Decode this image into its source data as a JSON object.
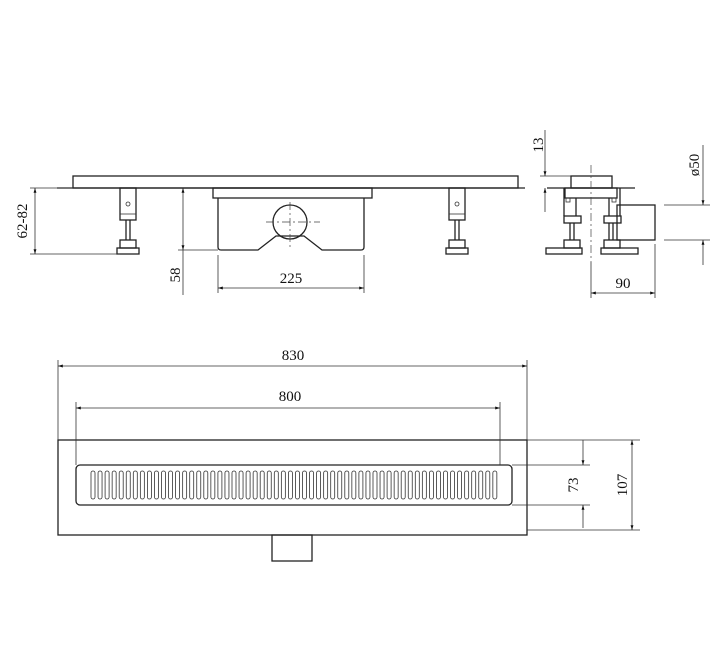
{
  "drawing": {
    "side_view": {
      "height_adjust_label": "62-82",
      "body_depth_label": "58",
      "body_width_label": "225"
    },
    "end_view": {
      "grate_thickness_label": "13",
      "outlet_diameter_label": "ø50",
      "outlet_offset_label": "90"
    },
    "top_view": {
      "overall_length_label": "830",
      "grate_length_label": "800",
      "grate_width_label": "73",
      "overall_width_label": "107"
    }
  }
}
